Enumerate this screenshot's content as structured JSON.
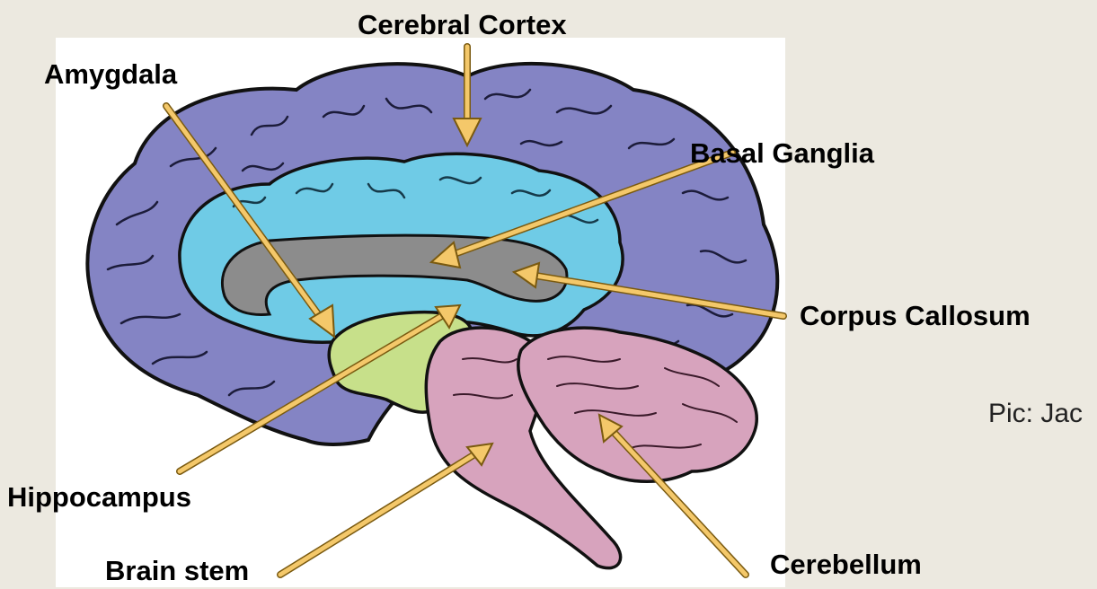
{
  "labels": {
    "cerebral_cortex": "Cerebral Cortex",
    "amygdala": "Amygdala",
    "basal_ganglia": "Basal Ganglia",
    "corpus_callosum": "Corpus Callosum",
    "hippocampus": "Hippocampus",
    "brain_stem": "Brain stem",
    "cerebellum": "Cerebellum"
  },
  "credit": "Pic: Jac",
  "colors": {
    "background": "#ece9e0",
    "panel": "#ffffff",
    "cortex": "#8484c4",
    "limbic": "#6fcbe6",
    "corpus_callosum": "#8c8c8c",
    "hippocampus": "#c7e08a",
    "brain_stem": "#d7a3bd",
    "cerebellum": "#d7a3bd",
    "arrow": "#f4c86a",
    "outline": "#111111"
  }
}
